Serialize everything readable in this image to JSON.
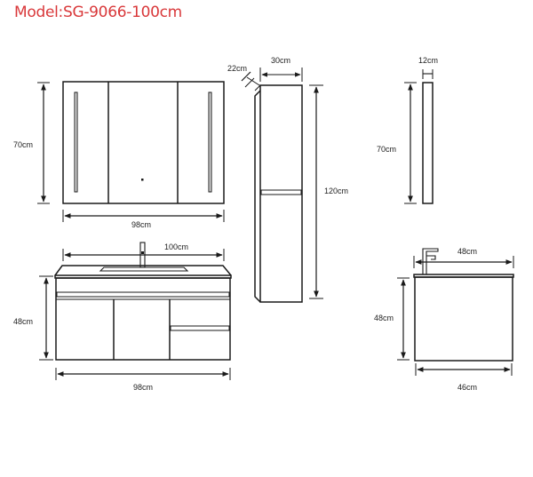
{
  "title": "Model:SG-9066-100cm",
  "colors": {
    "title": "#d9383a",
    "line": "#1a1a1a"
  },
  "views": {
    "mirror_front": {
      "height_label": "70cm",
      "width_label": "98cm"
    },
    "side_cabinet": {
      "depth_label": "22cm",
      "width_label": "30cm",
      "height_label": "120cm"
    },
    "mirror_side": {
      "depth_label": "12cm",
      "height_label": "70cm"
    },
    "vanity_front": {
      "top_width_label": "100cm",
      "height_label": "48cm",
      "width_label": "98cm"
    },
    "vanity_side": {
      "top_depth_label": "48cm",
      "height_label": "48cm",
      "depth_label": "46cm"
    }
  }
}
